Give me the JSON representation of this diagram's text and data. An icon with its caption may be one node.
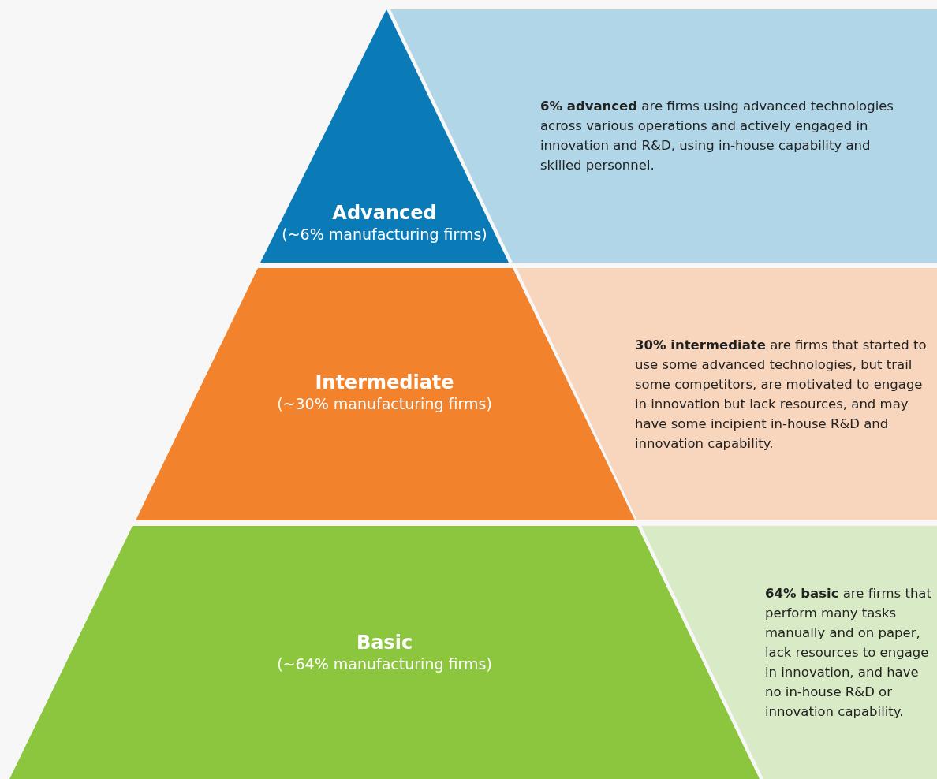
{
  "diagram": {
    "nodes": [
      {
        "text": [
          "Advanced",
          "(~6% manufacturing firms)"
        ]
      },
      {
        "text": [
          "**6% advanced** are firms using advanced technologies across various operations and actively engaged in innovation and R&D, using in-house capability and skilled personnel."
        ]
      },
      {
        "text": [
          "Intermediate",
          "(~30% manufacturing firms)"
        ]
      },
      {
        "text": [
          "**30% intermediate** are firms that started to use some advanced technologies, but trail some competitors, are motivated to engage in innovation but lack resources, and may have some incipient in-house R&D and innovation capability."
        ]
      },
      {
        "text": [
          "Basic",
          "(~64% manufacturing firms)"
        ]
      },
      {
        "text": [
          "**64% basic** are firms that perform many tasks manually and on paper, lack resources to engage in innovation, and have no in-house R&D or innovation capability."
        ]
      }
    ]
  }
}
